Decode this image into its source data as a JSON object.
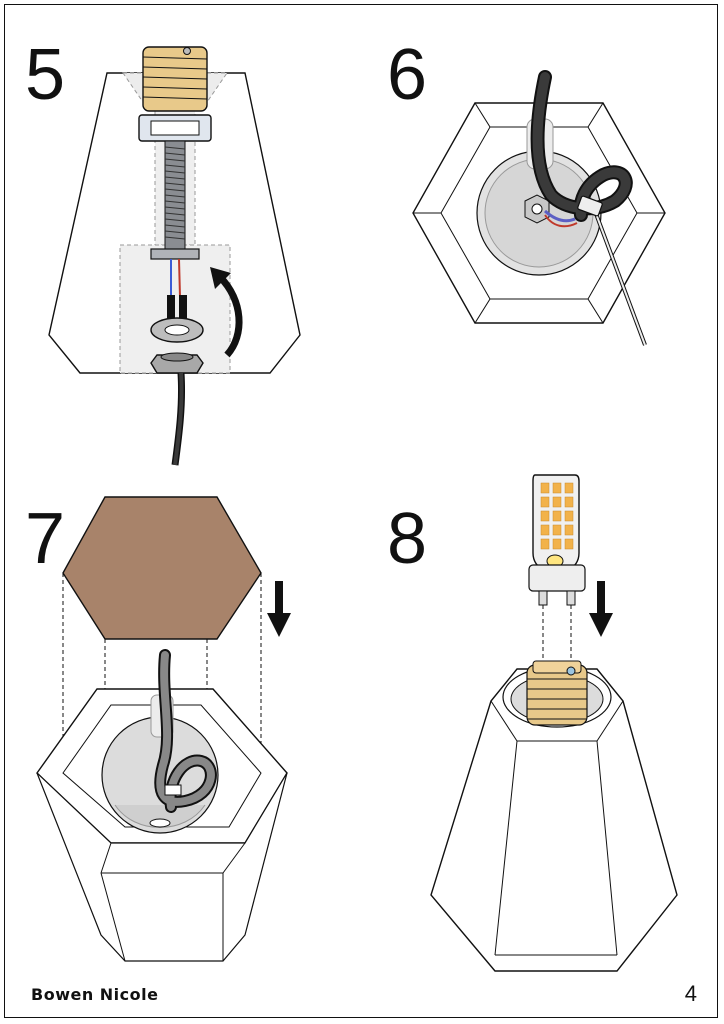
{
  "steps": [
    {
      "number": "5"
    },
    {
      "number": "6"
    },
    {
      "number": "7"
    },
    {
      "number": "8"
    }
  ],
  "footer": {
    "brand": "Bowen Nicole",
    "page_number": "4"
  },
  "colors": {
    "cable": "#3a3a3a",
    "socket_thread": "#e8c98a",
    "wood_cap": "#a8836a",
    "led_amber": "#f2b24a",
    "gray_fill": "#e2e2e2"
  }
}
